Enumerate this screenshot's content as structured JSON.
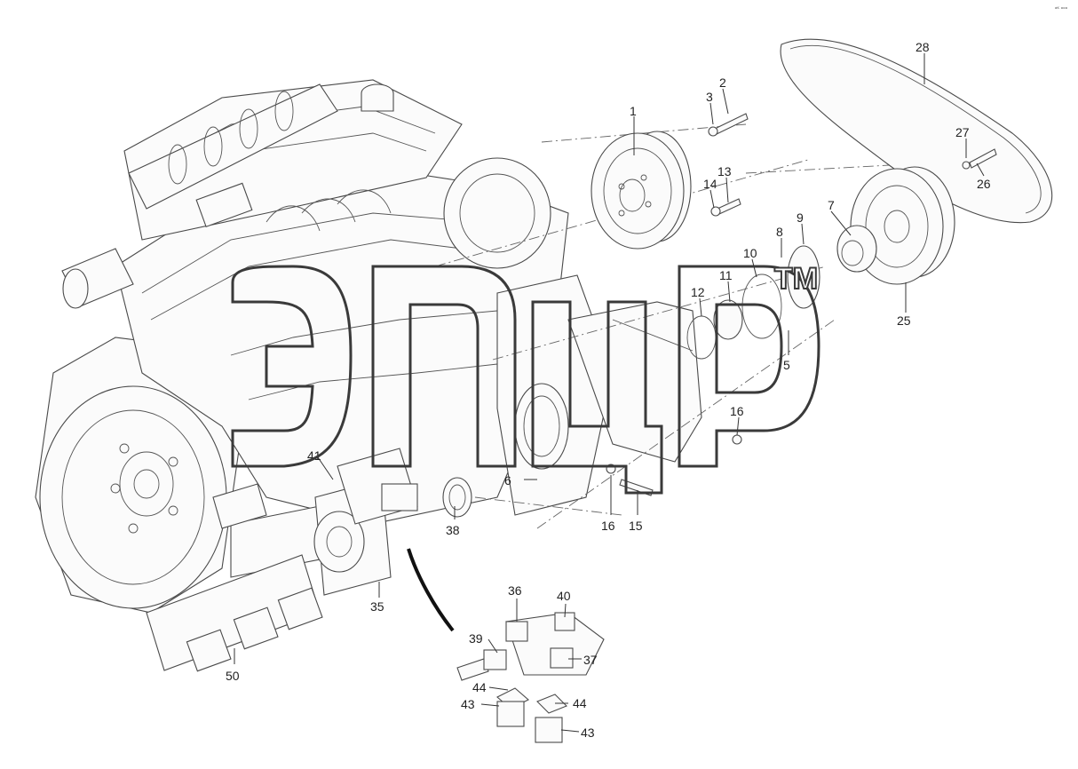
{
  "diagram": {
    "callouts": [
      {
        "id": "c1",
        "text": "1"
      },
      {
        "id": "c2",
        "text": "2"
      },
      {
        "id": "c3",
        "text": "3"
      },
      {
        "id": "c5",
        "text": "5"
      },
      {
        "id": "c6",
        "text": "6"
      },
      {
        "id": "c7",
        "text": "7"
      },
      {
        "id": "c8",
        "text": "8"
      },
      {
        "id": "c9",
        "text": "9"
      },
      {
        "id": "c10",
        "text": "10"
      },
      {
        "id": "c11",
        "text": "11"
      },
      {
        "id": "c12",
        "text": "12"
      },
      {
        "id": "c13",
        "text": "13"
      },
      {
        "id": "c14",
        "text": "14"
      },
      {
        "id": "c15",
        "text": "15"
      },
      {
        "id": "c16a",
        "text": "16"
      },
      {
        "id": "c16b",
        "text": "16"
      },
      {
        "id": "c25",
        "text": "25"
      },
      {
        "id": "c26",
        "text": "26"
      },
      {
        "id": "c27",
        "text": "27"
      },
      {
        "id": "c28",
        "text": "28"
      },
      {
        "id": "c35",
        "text": "35"
      },
      {
        "id": "c36",
        "text": "36"
      },
      {
        "id": "c37",
        "text": "37"
      },
      {
        "id": "c38",
        "text": "38"
      },
      {
        "id": "c39",
        "text": "39"
      },
      {
        "id": "c40",
        "text": "40"
      },
      {
        "id": "c41",
        "text": "41"
      },
      {
        "id": "c43a",
        "text": "43"
      },
      {
        "id": "c43b",
        "text": "43"
      },
      {
        "id": "c44a",
        "text": "44"
      },
      {
        "id": "c44b",
        "text": "44"
      },
      {
        "id": "c50",
        "text": "50"
      }
    ]
  },
  "watermark": {
    "logo_text": "эпцр",
    "trademark": "TM"
  },
  "corner_mark": "ᵃᴷ ᵒᵒᵒ"
}
